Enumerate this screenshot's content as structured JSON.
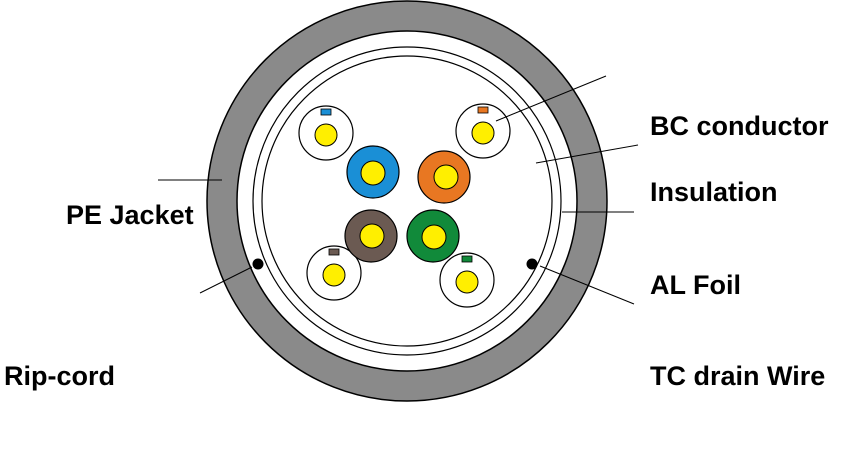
{
  "labels": {
    "bc_conductor": "BC conductor",
    "insulation": "Insulation",
    "pe_jacket": "PE Jacket",
    "al_foil": "AL Foil",
    "rip_cord": "Rip-cord",
    "tc_drain_wire": "TC drain Wire"
  },
  "colors": {
    "jacket": "#8a8a8a",
    "outline": "#000000",
    "conductor": "#ffef00",
    "blue": "#1a8fd6",
    "orange": "#e87722",
    "brown": "#6b5a52",
    "green": "#118a3a",
    "white_insulation": "#ffffff"
  }
}
